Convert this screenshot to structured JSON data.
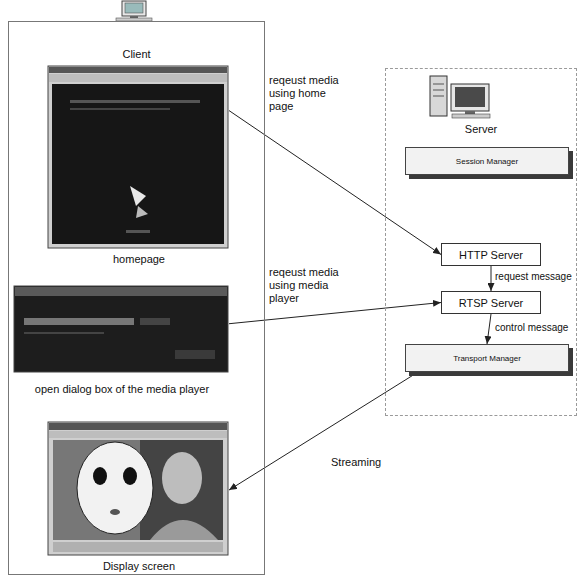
{
  "diagram": {
    "nodes": [
      {
        "text": [
          "Client"
        ]
      },
      {
        "text": [
          "homepage"
        ],
        "in": 0
      },
      {
        "text": [
          "open dialog box of the media player"
        ],
        "in": 0
      },
      {
        "text": [
          "Display screen"
        ],
        "in": 0
      },
      {
        "text": [
          "Server"
        ]
      },
      {
        "text": [
          "Session Manager"
        ],
        "in": 4
      },
      {
        "text": [
          "HTTP Server"
        ],
        "in": 4
      },
      {
        "text": [
          "RTSP Server"
        ],
        "in": 4
      },
      {
        "text": [
          "Transport Manager"
        ],
        "in": 4
      }
    ],
    "edges": [
      {
        "from": 1,
        "to": 6,
        "arrow": "to",
        "label": "reqeust media using home page"
      },
      {
        "from": 2,
        "to": 7,
        "arrow": "to",
        "label": "reqeust media using media player"
      },
      {
        "from": 6,
        "to": 7,
        "arrow": "to",
        "label": "request message"
      },
      {
        "from": 7,
        "to": 8,
        "arrow": "to",
        "label": "control message"
      },
      {
        "from": 8,
        "to": 3,
        "arrow": "to",
        "label": "Streaming"
      }
    ]
  }
}
